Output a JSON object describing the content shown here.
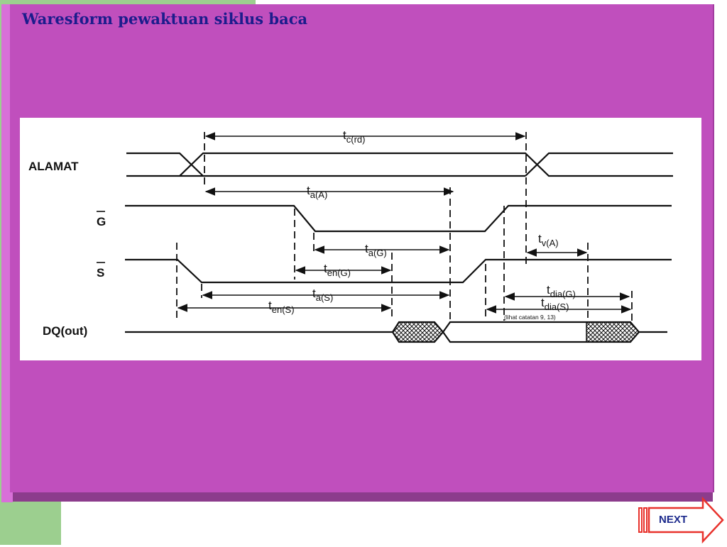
{
  "slide": {
    "title": "Waresform pewaktuan siklus baca"
  },
  "diagram": {
    "signals": {
      "alamat": "ALAMAT",
      "g": "G",
      "s": "S",
      "dq": "DQ(out)"
    },
    "timing": {
      "tc_rd": {
        "main": "t",
        "sub": "c(rd)"
      },
      "ta_a": {
        "main": "t",
        "sub": "a(A)"
      },
      "ta_g": {
        "main": "t",
        "sub": "a(G)"
      },
      "ten_g": {
        "main": "t",
        "sub": "en(G)"
      },
      "ta_s": {
        "main": "t",
        "sub": "a(S)"
      },
      "ten_s": {
        "main": "t",
        "sub": "en(S)"
      },
      "tv_a": {
        "main": "t",
        "sub": "v(A)"
      },
      "tdia_g": {
        "main": "t",
        "sub": "dia(G)"
      },
      "tdia_s": {
        "main": "t",
        "sub": "dia(S)"
      }
    },
    "note": "(lihat catatan 9, 13)"
  },
  "nav": {
    "next_label": "NEXT"
  },
  "colors": {
    "slide_bg": "#c04fbd",
    "title": "#1c1c8c",
    "accent_green": "#9ccf8f",
    "next_arrow": "#e8322c"
  }
}
